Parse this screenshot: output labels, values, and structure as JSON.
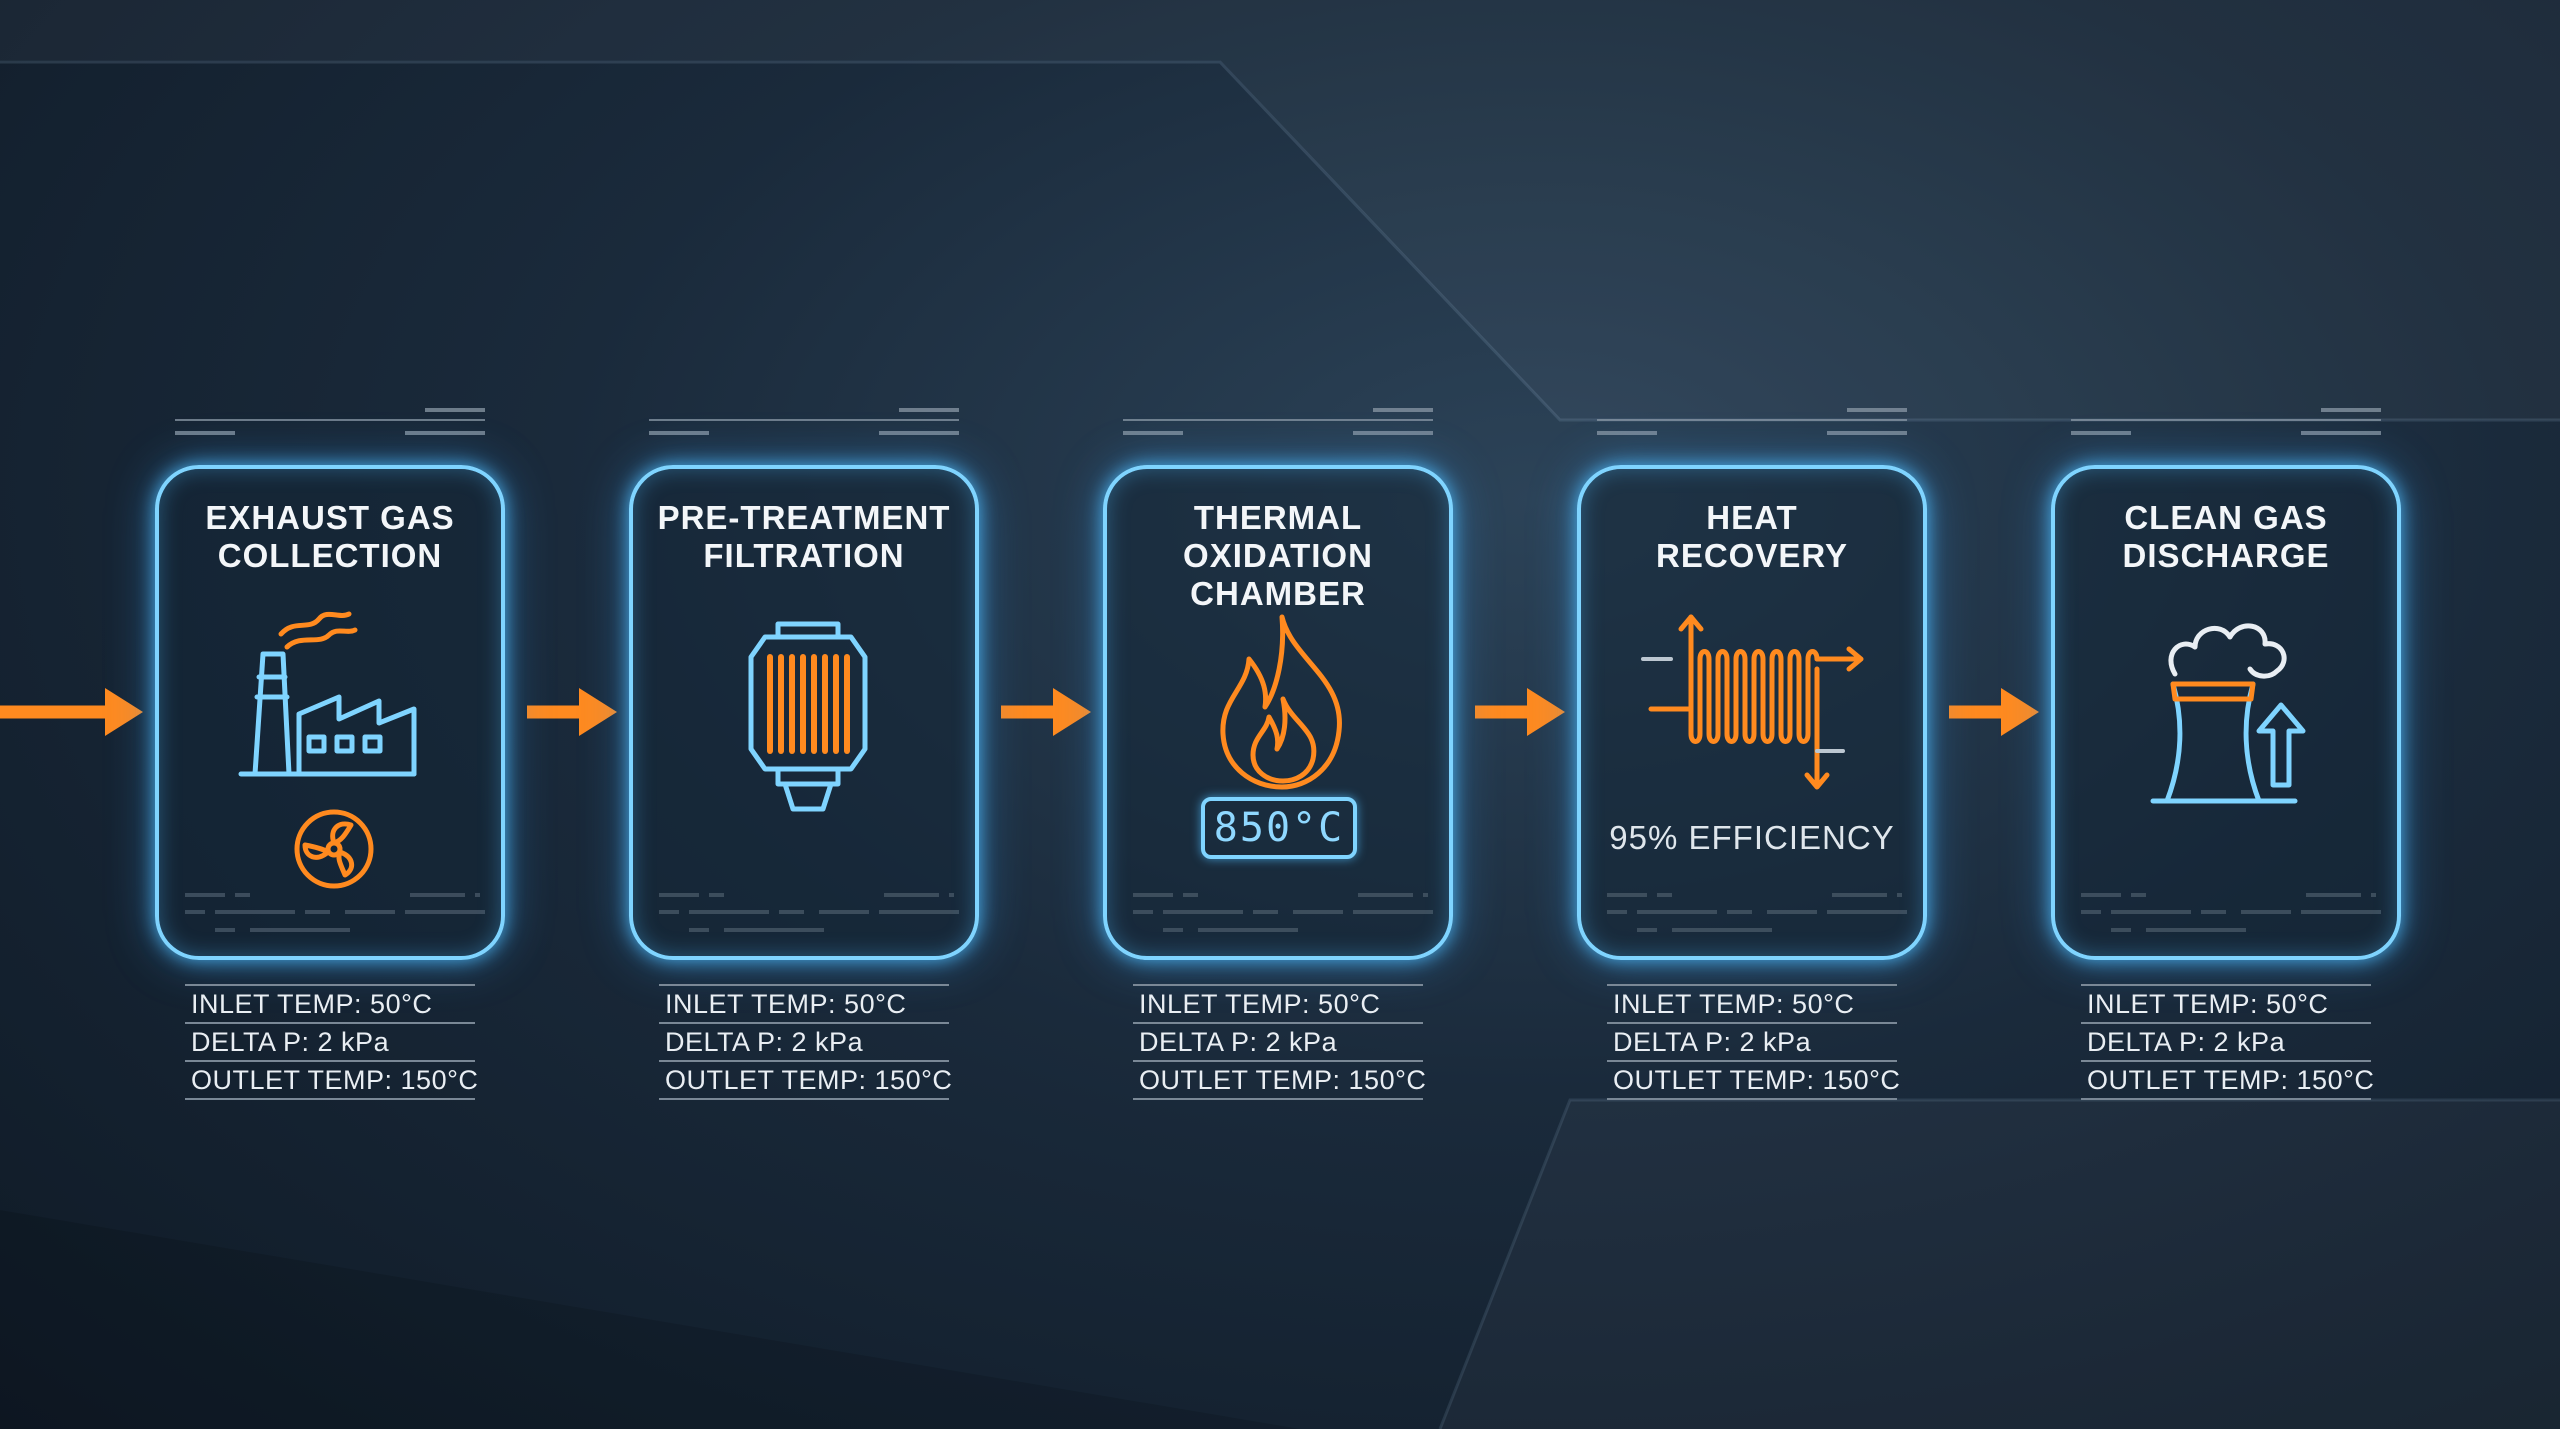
{
  "colors": {
    "accent_orange": "#ff8a1f",
    "glow_blue": "#7fd4ff",
    "text": "#f3f6f9",
    "background": "#1a2a3b"
  },
  "stages": [
    {
      "title": "EXHAUST GAS\nCOLLECTION",
      "icon": "factory-icon",
      "secondary_icon": "fan-icon",
      "metrics": [
        "INLET TEMP: 50°C",
        "DELTA P: 2 kPa",
        "OUTLET TEMP: 150°C"
      ]
    },
    {
      "title": "PRE-TREATMENT\nFILTRATION",
      "icon": "filter-cartridge-icon",
      "metrics": [
        "INLET TEMP: 50°C",
        "DELTA P: 2 kPa",
        "OUTLET TEMP: 150°C"
      ]
    },
    {
      "title": "THERMAL\nOXIDATION\nCHAMBER",
      "icon": "flame-icon",
      "readout": "850°C",
      "metrics": [
        "INLET TEMP: 50°C",
        "DELTA P: 2 kPa",
        "OUTLET TEMP: 150°C"
      ]
    },
    {
      "title": "HEAT\nRECOVERY",
      "icon": "heat-exchanger-icon",
      "efficiency": "95% EFFICIENCY",
      "metrics": [
        "INLET TEMP: 50°C",
        "DELTA P: 2 kPa",
        "OUTLET TEMP: 150°C"
      ]
    },
    {
      "title": "CLEAN GAS\nDISCHARGE",
      "icon": "cooling-tower-icon",
      "metrics": [
        "INLET TEMP: 50°C",
        "DELTA P: 2 kPa",
        "OUTLET TEMP: 150°C"
      ]
    }
  ]
}
